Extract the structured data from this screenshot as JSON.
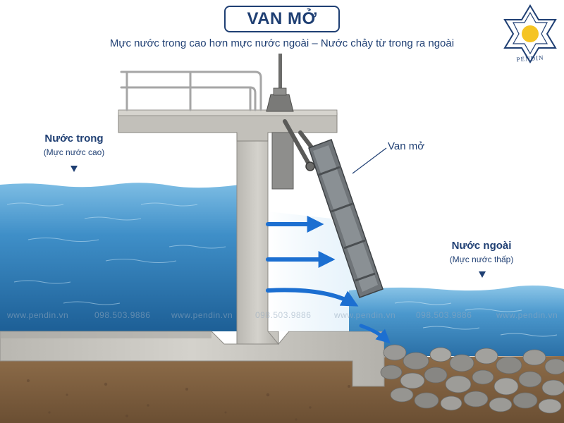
{
  "title": "VAN MỞ",
  "subtitle": "Mực nước trong cao hơn mực nước ngoài – Nước chảy từ trong ra ngoài",
  "inner_water": {
    "label": "Nước trong",
    "sublabel": "(Mực nước cao)"
  },
  "outer_water": {
    "label": "Nước ngoài",
    "sublabel": "(Mực nước thấp)"
  },
  "gate_label": "Van mở",
  "logo_text": "PENDIN",
  "watermarks": [
    "www.pendin.vn",
    "098.503.9886",
    "www.pendin.vn",
    "098.503.9886",
    "www.pendin.vn",
    "098.503.9886",
    "www.pendin.vn"
  ],
  "colors": {
    "navy": "#1f3f73",
    "water_top": "#6fb1dc",
    "water_deep": "#1f6aa6",
    "concrete": "#c9c7c1",
    "soil": "#8a6a48",
    "arrow": "#1c6fd1",
    "logo_gold": "#f5c423"
  }
}
